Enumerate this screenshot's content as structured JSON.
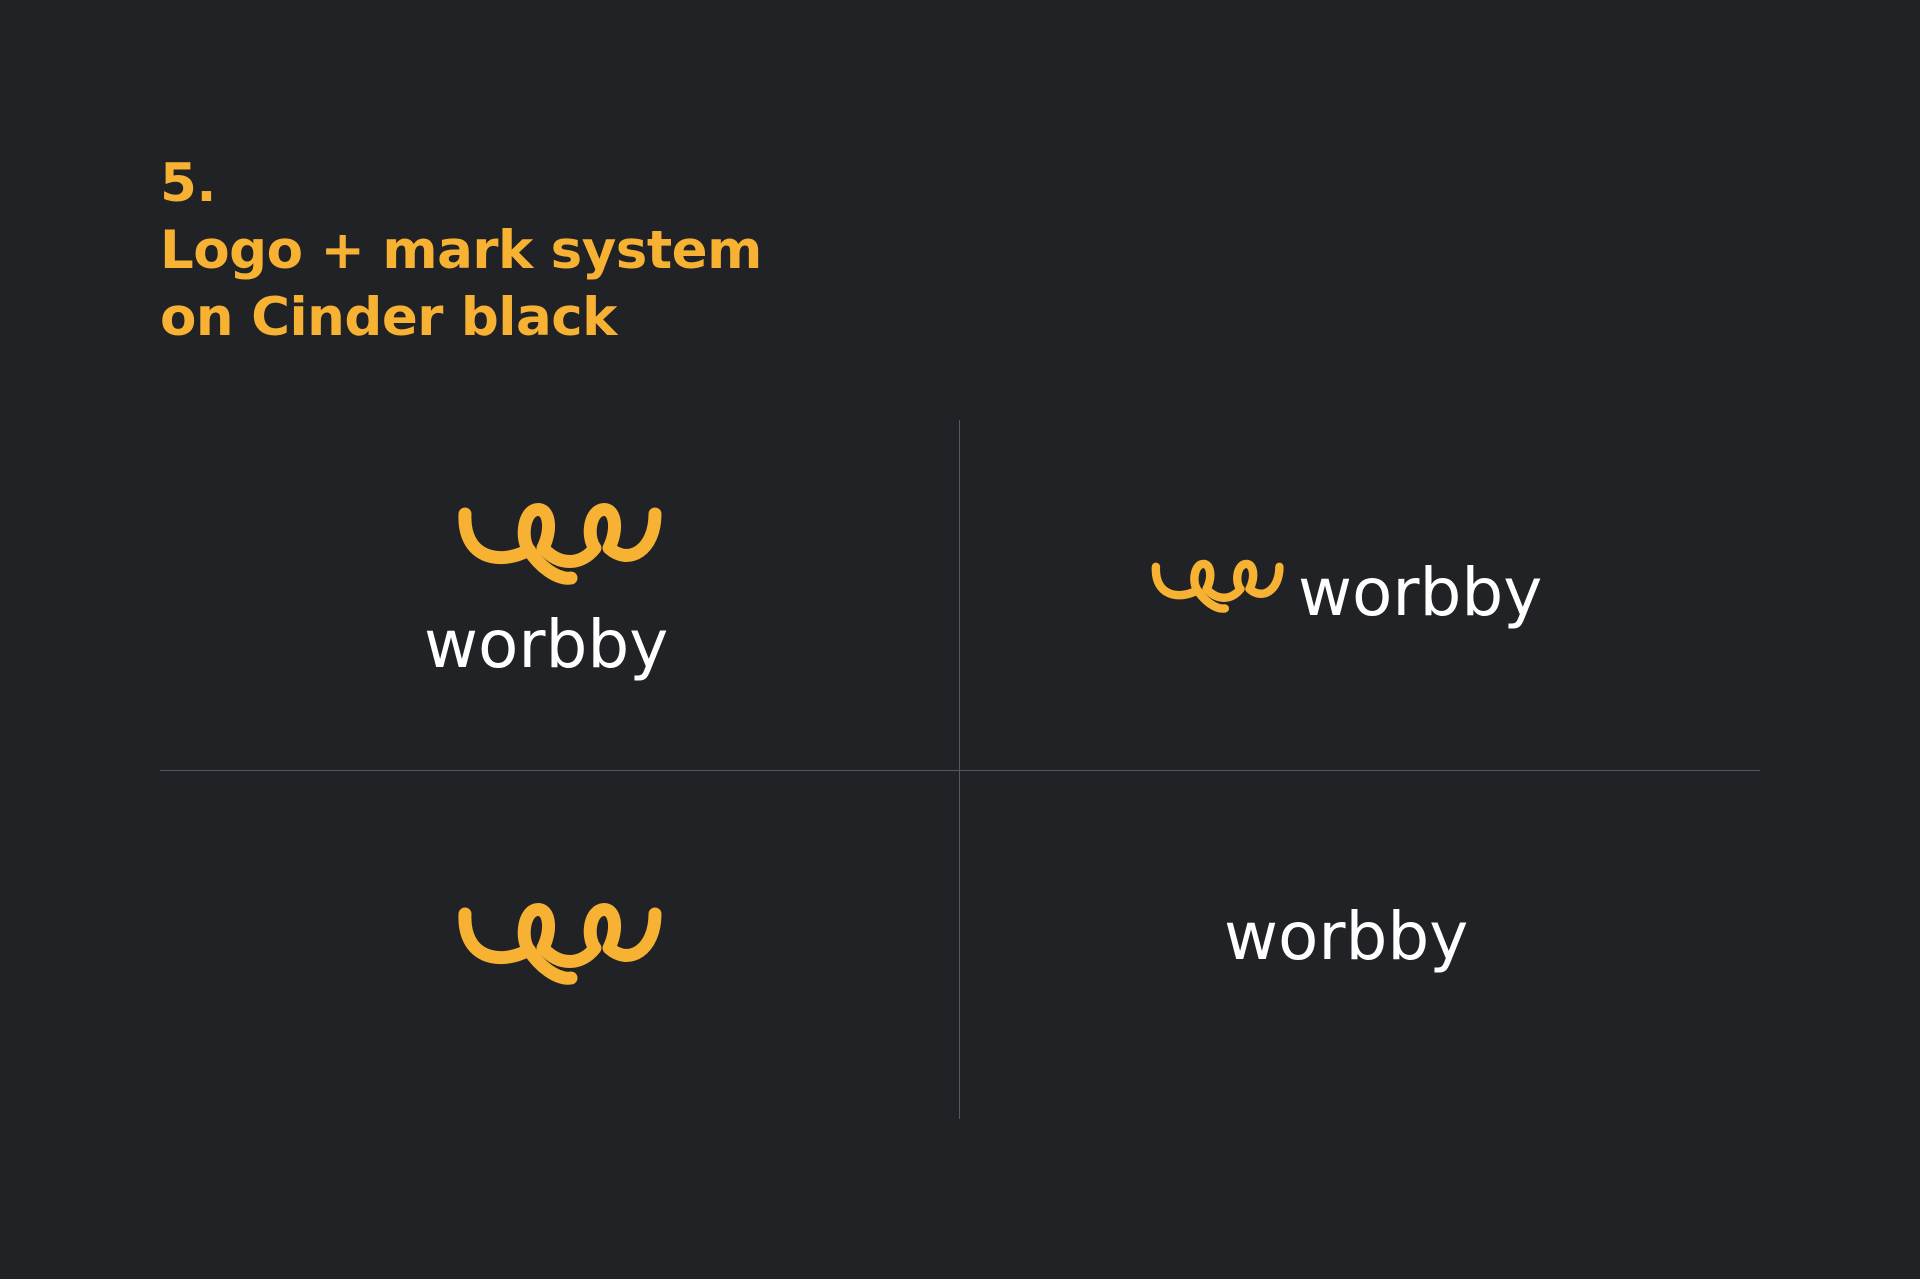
{
  "heading": {
    "number": "5.",
    "line1": "Logo + mark system",
    "line2": "on Cinder black"
  },
  "colors": {
    "background": "#202225",
    "accent": "#f7b233",
    "wordmark": "#ffffff",
    "divider": "#55585d"
  },
  "logo": {
    "wordmark": "worbby",
    "mark_icon": "worbby-loop-mark-icon"
  },
  "quadrants": [
    {
      "variant": "stacked",
      "wordmark": "worbby"
    },
    {
      "variant": "horizontal",
      "wordmark": "worbby"
    },
    {
      "variant": "mark-only"
    },
    {
      "variant": "wordmark-only",
      "wordmark": "worbby"
    }
  ]
}
